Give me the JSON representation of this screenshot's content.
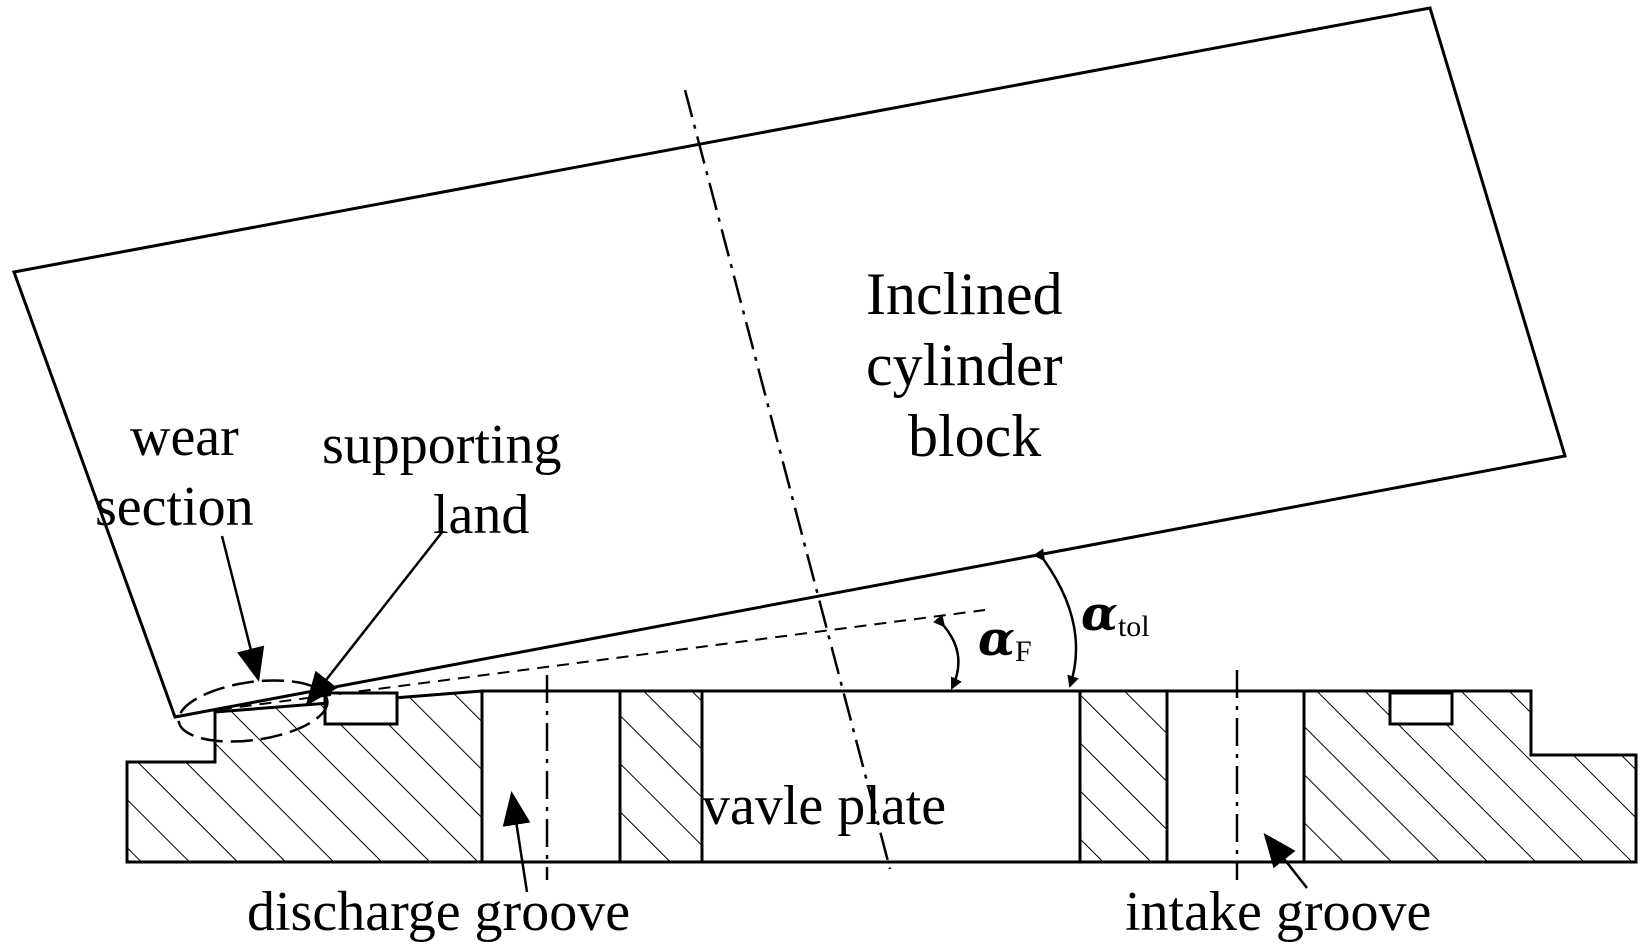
{
  "labels": {
    "block_line1": "Inclined",
    "block_line2": "cylinder",
    "block_line3": "block",
    "wear_line1": "wear",
    "wear_line2": "section",
    "support_line1": "supporting",
    "support_line2": "land",
    "valve_plate": "vavle plate",
    "discharge": "discharge groove",
    "intake": "intake groove",
    "alpha_f_symbol": "α",
    "alpha_f_sub": "F",
    "alpha_tol_symbol": "α",
    "alpha_tol_sub": "tol"
  }
}
